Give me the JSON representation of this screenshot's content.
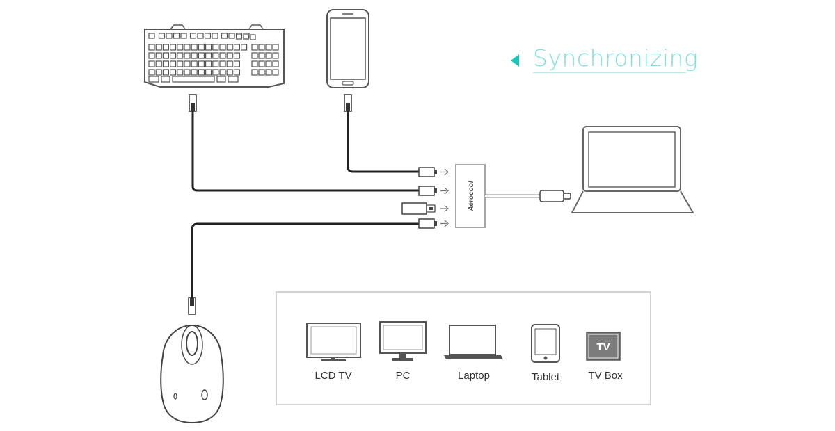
{
  "heading": {
    "text": "Synchronizing",
    "accent_color": "#19c4b8"
  },
  "hub": {
    "brand": "Aerocool"
  },
  "devices": {
    "keyboard": "keyboard-icon",
    "phone": "smartphone-icon",
    "laptop": "laptop-icon",
    "mouse": "mouse-icon"
  },
  "compatible": {
    "items": [
      {
        "label": "LCD TV",
        "icon": "lcd-tv-icon"
      },
      {
        "label": "PC",
        "icon": "pc-monitor-icon"
      },
      {
        "label": "Laptop",
        "icon": "laptop-icon"
      },
      {
        "label": "Tablet",
        "icon": "tablet-icon"
      },
      {
        "label": "TV Box",
        "icon": "tv-box-icon",
        "badge": "TV"
      }
    ]
  }
}
